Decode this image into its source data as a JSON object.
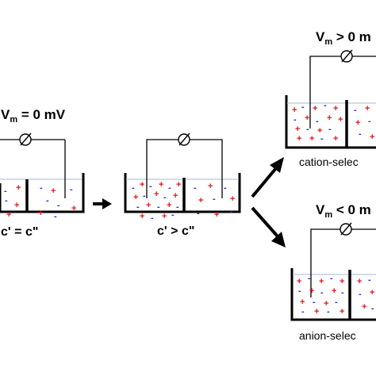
{
  "labels": {
    "vm_zero_prefix": "V",
    "vm_zero_sub": "m",
    "vm_zero_suffix": " = 0 mV",
    "vm_pos_prefix": "V",
    "vm_pos_sub": "m",
    "vm_pos_suffix": " > 0 m",
    "vm_neg_prefix": "V",
    "vm_neg_sub": "m",
    "vm_neg_suffix": " < 0 m",
    "conc_equal": "c' = c\"",
    "conc_greater": "c' > c\"",
    "cation_caption": "cation-selec",
    "anion_caption": "anion-selec"
  },
  "symbols": {
    "plus": "+",
    "minus": "-"
  },
  "colors": {
    "cation": "#e8101a",
    "anion": "#1f2fd6",
    "line": "#000000",
    "electrolyte": "#b9c7d9"
  }
}
